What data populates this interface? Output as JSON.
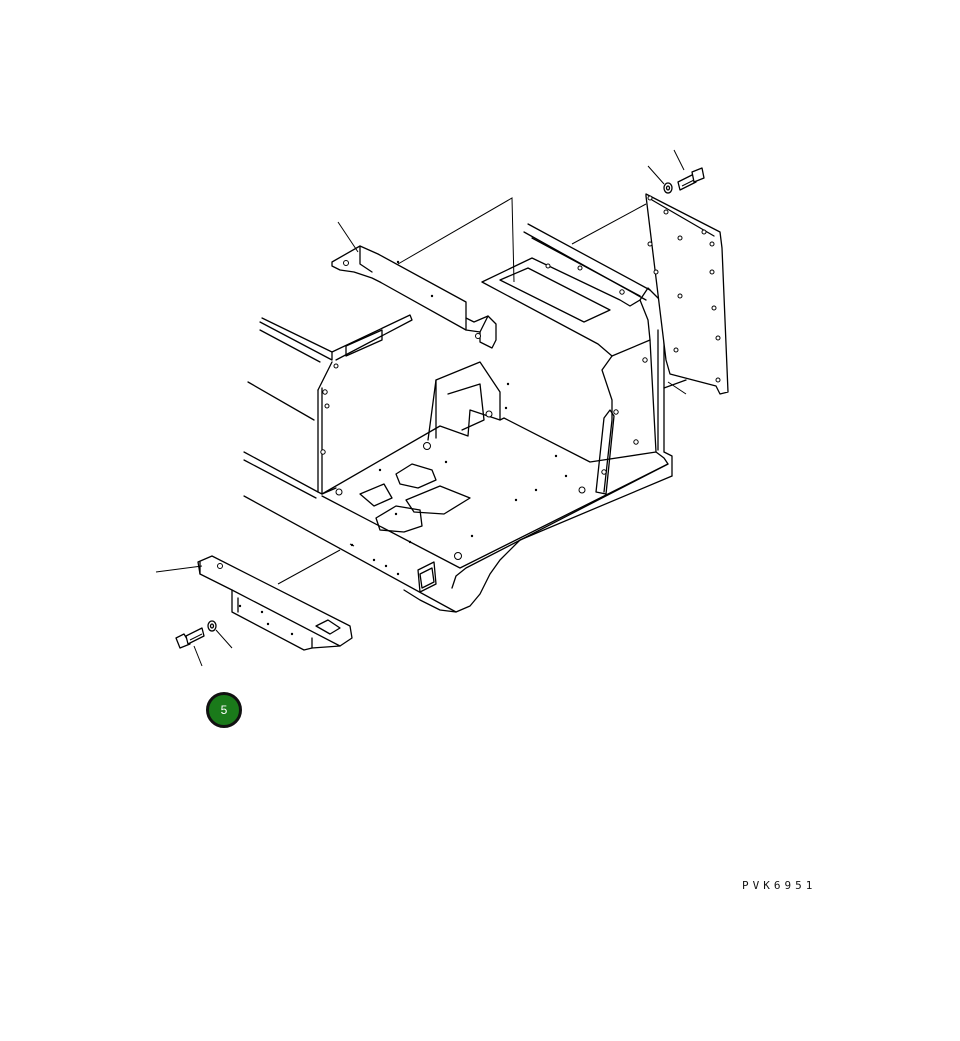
{
  "diagram": {
    "drawing_code": "PVK6951"
  },
  "badge": {
    "label": "5",
    "color": "#1a7a1a",
    "border_color": "#111111"
  },
  "parts": [
    {
      "name": "rear-mount-bracket"
    },
    {
      "name": "side-cover-plate"
    },
    {
      "name": "front-cross-member"
    },
    {
      "name": "mounting-bolt-upper"
    },
    {
      "name": "washer-upper"
    },
    {
      "name": "mounting-bolt-lower"
    },
    {
      "name": "washer-lower"
    },
    {
      "name": "floor-frame"
    }
  ]
}
